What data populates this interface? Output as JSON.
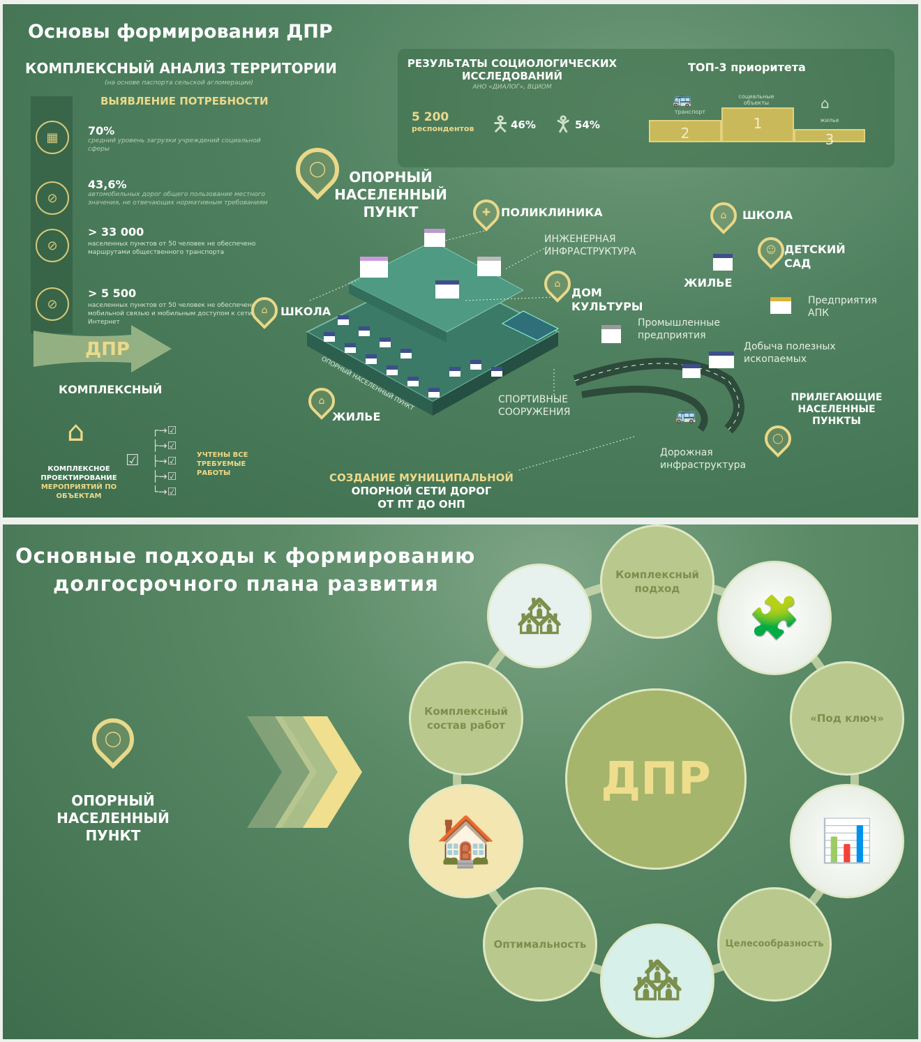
{
  "panel1": {
    "title": "Основы формирования ДПР",
    "analysis_title": "КОМПЛЕКСНЫЙ АНАЛИЗ ТЕРРИТОРИИ",
    "analysis_sub": "(на основе паспорта сельской агломерации)",
    "needs_title": "ВЫЯВЛЕНИЕ ПОТРЕБНОСТИ",
    "needs": [
      {
        "value": "70%",
        "text": "средний уровень загрузки учреждений социальной сферы",
        "icon": "building-icon"
      },
      {
        "value": "43,6%",
        "text": "автомобильных дорог общего пользование местного значения, не отвечающих нормативным требованиям",
        "icon": "road-crossed-icon"
      },
      {
        "value": "> 33 000",
        "text": "населенных пунктов от 50 человек не обеспечено маршрутами общественного транспорта",
        "icon": "bus-crossed-icon"
      },
      {
        "value": "> 5 500",
        "text": "населенных пунктов от 50 человек не обеспечено мобильной связью и мобильным доступом к сети Интернет",
        "icon": "phone-crossed-icon"
      }
    ],
    "arrow_label": "ДПР",
    "complex_label": "КОМПЛЕКСНЫЙ",
    "design_label_1": "КОМПЛЕКСНОЕ ПРОЕКТИРОВАНИЕ",
    "design_label_2": "МЕРОПРИЯТИЙ ПО ОБЪЕКТАМ",
    "works_label": "УЧТЕНЫ ВСЕ ТРЕБУЕМЫЕ РАБОТЫ",
    "survey": {
      "title": "РЕЗУЛЬТАТЫ СОЦИОЛОГИЧЕСКИХ ИССЛЕДОВАНИЙ",
      "source": "АНО «ДИАЛОГ», ВЦИОМ",
      "respondents": "5 200",
      "respondents_label": "респондентов",
      "male": "46%",
      "female": "54%"
    },
    "top3": {
      "title": "ТОП-3 приоритета",
      "items": [
        {
          "rank": "2",
          "label": "транспорт"
        },
        {
          "rank": "1",
          "label": "социальные объекты"
        },
        {
          "rank": "3",
          "label": "жилье"
        }
      ]
    },
    "map": {
      "hub": "ОПОРНЫЙ НАСЕЛЕННЫЙ ПУНКТ",
      "clinic": "ПОЛИКЛИНИКА",
      "engineering": "ИНЖЕНЕРНАЯ ИНФРАСТРУКТУРА",
      "school_left": "ШКОЛА",
      "culture": "ДОМ КУЛЬТУРЫ",
      "housing_left": "ЖИЛЬЕ",
      "sports": "СПОРТИВНЫЕ СООРУЖЕНИЯ",
      "platform": "ОПОРНЫЙ НАСЕЛЕННЫЙ ПУНКТ",
      "school_right": "ШКОЛА",
      "kindergarten": "ДЕТСКИЙ САД",
      "housing_right": "ЖИЛЬЕ",
      "agro": "Предприятия АПК",
      "industry": "Промышленные предприятия",
      "mining": "Добыча полезных ископаемых",
      "adjacent": "ПРИЛЕГАЮЩИЕ НАСЕЛЕННЫЕ ПУНКТЫ",
      "roads": "Дорожная инфраструктура",
      "network_1": "СОЗДАНИЕ МУНИЦИПАЛЬНОЙ",
      "network_2": "ОПОРНОЙ СЕТИ ДОРОГ",
      "network_3": "ОТ ПТ ДО ОНП"
    }
  },
  "panel2": {
    "title_1": "Основные подходы к формированию",
    "title_2": "долгосрочного плана развития",
    "hub": "ОПОРНЫЙ НАСЕЛЕННЫЙ ПУНКТ",
    "center": "ДПР",
    "approaches": [
      "Комплексный подход",
      "«Под ключ»",
      "Целесообразность",
      "Оптимальность",
      "Комплексный состав работ"
    ]
  }
}
